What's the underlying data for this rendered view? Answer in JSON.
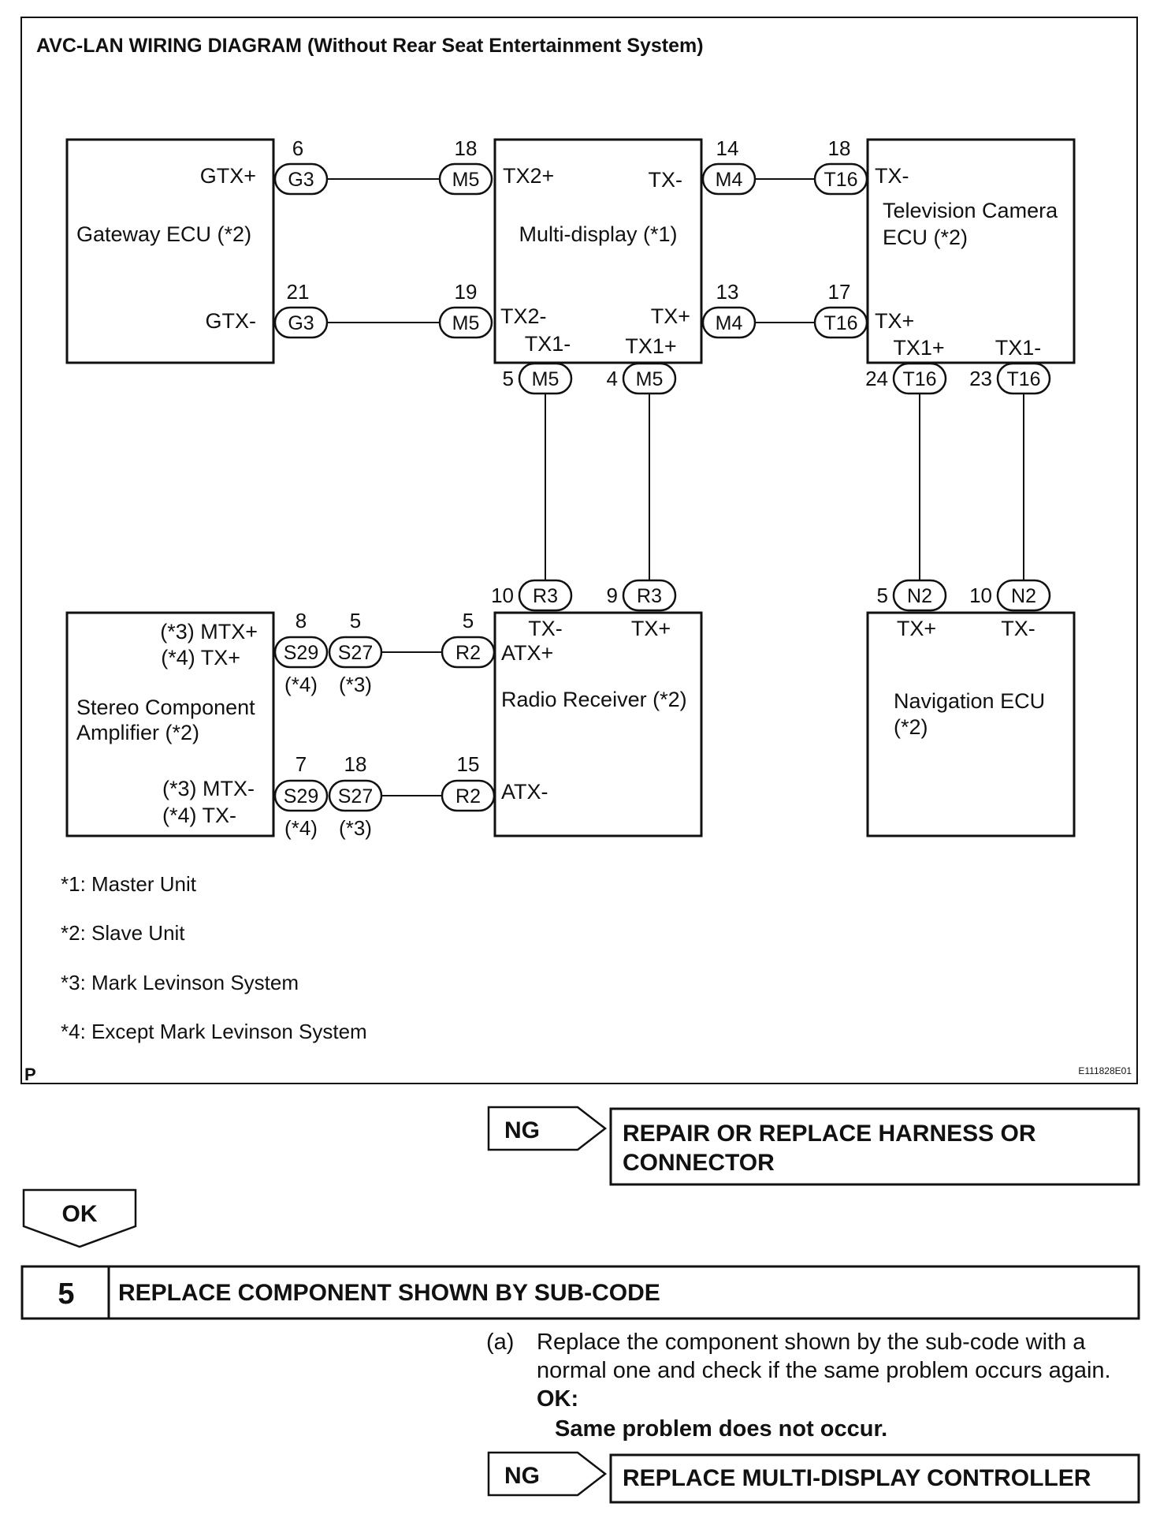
{
  "diagram": {
    "title": "AVC-LAN WIRING DIAGRAM (Without Rear Seat Entertainment System)",
    "corner_mark": "P",
    "figure_code": "E111828E01",
    "components": {
      "gateway": {
        "name": "Gateway ECU (*2)",
        "term_top": "GTX+",
        "term_bottom": "GTX-"
      },
      "multidisplay": {
        "name": "Multi-display (*1)",
        "term_tx2p": "TX2+",
        "term_tx2m": "TX2-",
        "term_txm": "TX-",
        "term_txp": "TX+",
        "term_tx1m": "TX1-",
        "term_tx1p": "TX1+"
      },
      "tv_camera": {
        "name_line1": "Television Camera",
        "name_line2": "ECU (*2)",
        "term_txm": "TX-",
        "term_txp": "TX+",
        "term_tx1p": "TX1+",
        "term_tx1m": "TX1-"
      },
      "stereo_amp": {
        "name_line1": "Stereo Component",
        "name_line2": "Amplifier (*2)",
        "term_top1": "(*3) MTX+",
        "term_top2": "(*4) TX+",
        "term_bot1": "(*3) MTX-",
        "term_bot2": "(*4) TX-"
      },
      "radio": {
        "name": "Radio Receiver (*2)",
        "term_txm": "TX-",
        "term_txp": "TX+",
        "term_atxp": "ATX+",
        "term_atxm": "ATX-"
      },
      "navigation": {
        "name_line1": "Navigation ECU",
        "name_line2": "(*2)",
        "term_txp": "TX+",
        "term_txm": "TX-"
      }
    },
    "connectors": {
      "g3_top": {
        "id": "G3",
        "pin": "6"
      },
      "g3_bot": {
        "id": "G3",
        "pin": "21"
      },
      "m5_top": {
        "id": "M5",
        "pin": "18"
      },
      "m5_bot": {
        "id": "M5",
        "pin": "19"
      },
      "m4_top": {
        "id": "M4",
        "pin": "14"
      },
      "m4_bot": {
        "id": "M4",
        "pin": "13"
      },
      "t16_top": {
        "id": "T16",
        "pin": "18"
      },
      "t16_bot": {
        "id": "T16",
        "pin": "17"
      },
      "m5_left": {
        "id": "M5",
        "pin": "5"
      },
      "m5_right": {
        "id": "M5",
        "pin": "4"
      },
      "t16_left": {
        "id": "T16",
        "pin": "24"
      },
      "t16_right": {
        "id": "T16",
        "pin": "23"
      },
      "r3_left": {
        "id": "R3",
        "pin": "10"
      },
      "r3_right": {
        "id": "R3",
        "pin": "9"
      },
      "n2_left": {
        "id": "N2",
        "pin": "5"
      },
      "n2_right": {
        "id": "N2",
        "pin": "10"
      },
      "s29_top": {
        "id": "S29",
        "pin": "8",
        "variant": "(*4)"
      },
      "s27_top": {
        "id": "S27",
        "pin": "5",
        "variant": "(*3)"
      },
      "r2_top": {
        "id": "R2",
        "pin": "5"
      },
      "s29_bot": {
        "id": "S29",
        "pin": "7",
        "variant": "(*4)"
      },
      "s27_bot": {
        "id": "S27",
        "pin": "18",
        "variant": "(*3)"
      },
      "r2_bot": {
        "id": "R2",
        "pin": "15"
      }
    },
    "notes": [
      "*1: Master Unit",
      "*2: Slave Unit",
      "*3: Mark Levinson System",
      "*4: Except Mark Levinson System"
    ]
  },
  "flow": {
    "ng_label": "NG",
    "ok_label": "OK",
    "result_1_line1": "REPAIR OR REPLACE HARNESS OR",
    "result_1_line2": "CONNECTOR",
    "step_number": "5",
    "step_title": "REPLACE COMPONENT SHOWN BY SUB-CODE",
    "instruction_marker": "(a)",
    "instruction_line1": "Replace the component shown by the sub-code with a",
    "instruction_line2": "normal one and check if the same problem occurs again.",
    "ok_heading": "OK:",
    "ok_text": "Same problem does not occur.",
    "result_2": "REPLACE MULTI-DISPLAY CONTROLLER"
  }
}
